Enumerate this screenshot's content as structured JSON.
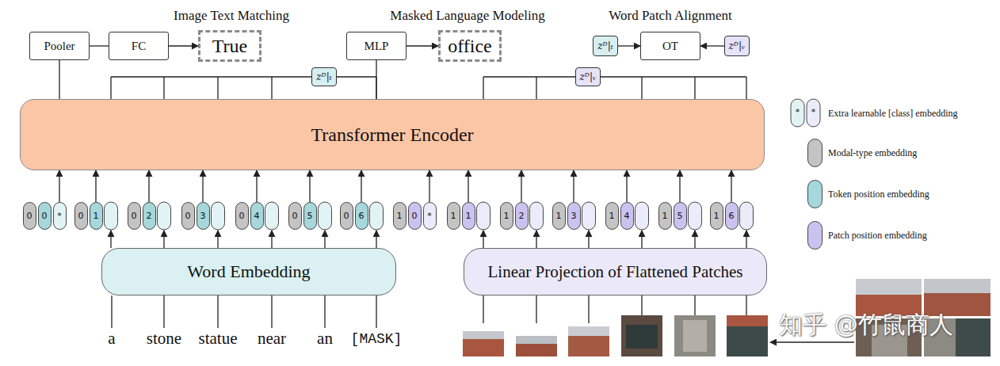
{
  "diagram": {
    "nodes": [
      {
        "text": [
          "Pooler"
        ]
      },
      {
        "text": [
          "FC"
        ]
      },
      {
        "text": [
          "True"
        ]
      },
      {
        "text": [
          "MLP"
        ]
      },
      {
        "text": [
          "office"
        ]
      },
      {
        "text": [
          "zᴰ|ₜ"
        ]
      },
      {
        "text": [
          "OT"
        ]
      },
      {
        "text": [
          "zᴰ|ᵥ"
        ]
      },
      {
        "text": [
          "zᴰ|ₜ"
        ]
      },
      {
        "text": [
          "zᴰ|ᵥ"
        ]
      },
      {
        "text": [
          "Transformer Encoder"
        ]
      },
      {
        "text": [
          "0"
        ]
      },
      {
        "text": [
          "0"
        ]
      },
      {
        "text": [
          "*"
        ]
      },
      {
        "text": [
          "0"
        ]
      },
      {
        "text": [
          "1"
        ]
      },
      {
        "text": [
          "0"
        ]
      },
      {
        "text": [
          "2"
        ]
      },
      {
        "text": [
          "0"
        ]
      },
      {
        "text": [
          "3"
        ]
      },
      {
        "text": [
          "0"
        ]
      },
      {
        "text": [
          "4"
        ]
      },
      {
        "text": [
          "0"
        ]
      },
      {
        "text": [
          "5"
        ]
      },
      {
        "text": [
          "0"
        ]
      },
      {
        "text": [
          "6"
        ]
      },
      {
        "text": [
          "1"
        ]
      },
      {
        "text": [
          "0"
        ]
      },
      {
        "text": [
          "*"
        ]
      },
      {
        "text": [
          "1"
        ]
      },
      {
        "text": [
          "1"
        ]
      },
      {
        "text": [
          "1"
        ]
      },
      {
        "text": [
          "2"
        ]
      },
      {
        "text": [
          "1"
        ]
      },
      {
        "text": [
          "3"
        ]
      },
      {
        "text": [
          "1"
        ]
      },
      {
        "text": [
          "4"
        ]
      },
      {
        "text": [
          "1"
        ]
      },
      {
        "text": [
          "5"
        ]
      },
      {
        "text": [
          "1"
        ]
      },
      {
        "text": [
          "6"
        ]
      },
      {
        "text": [
          "Word Embedding"
        ]
      },
      {
        "text": [
          "Linear Projection of Flattened Patches"
        ]
      }
    ],
    "edges": [
      {
        "from": 0,
        "to": 1,
        "arrow": "none"
      },
      {
        "from": 1,
        "to": 2,
        "arrow": "to"
      },
      {
        "from": 3,
        "to": 4,
        "arrow": "to"
      },
      {
        "from": 5,
        "to": 6,
        "arrow": "to"
      },
      {
        "from": 7,
        "to": 6,
        "arrow": "to"
      },
      {
        "from": 10,
        "to": 0,
        "arrow": "none"
      },
      {
        "from": 10,
        "to": 3,
        "arrow": "none"
      },
      {
        "from": 10,
        "to": 8,
        "arrow": "none"
      },
      {
        "from": 10,
        "to": 9,
        "arrow": "none"
      },
      {
        "from": 13,
        "to": 10,
        "arrow": "to"
      },
      {
        "from": 15,
        "to": 10,
        "arrow": "to"
      },
      {
        "from": 17,
        "to": 10,
        "arrow": "to"
      },
      {
        "from": 19,
        "to": 10,
        "arrow": "to"
      },
      {
        "from": 21,
        "to": 10,
        "arrow": "to"
      },
      {
        "from": 23,
        "to": 10,
        "arrow": "to"
      },
      {
        "from": 25,
        "to": 10,
        "arrow": "to"
      },
      {
        "from": 28,
        "to": 10,
        "arrow": "to"
      },
      {
        "from": 30,
        "to": 10,
        "arrow": "to"
      },
      {
        "from": 32,
        "to": 10,
        "arrow": "to"
      },
      {
        "from": 34,
        "to": 10,
        "arrow": "to"
      },
      {
        "from": 36,
        "to": 10,
        "arrow": "to"
      },
      {
        "from": 38,
        "to": 10,
        "arrow": "to"
      },
      {
        "from": 40,
        "to": 10,
        "arrow": "to"
      }
    ],
    "labels": [
      "Image Text Matching",
      "Masked Language Modeling",
      "Word Patch Alignment",
      "a",
      "stone",
      "statue",
      "near",
      "an",
      "[MASK]",
      "*",
      "*",
      "知乎 @竹鼠商人"
    ],
    "legend": [
      {
        "text": "Extra learnable [class] embedding"
      },
      {
        "text": "Modal-type embedding",
        "color": "#c4c4c4"
      },
      {
        "text": "Token position embedding",
        "color": "#a5d7db"
      },
      {
        "text": "Patch position embedding",
        "color": "#cbc3ef"
      }
    ]
  }
}
